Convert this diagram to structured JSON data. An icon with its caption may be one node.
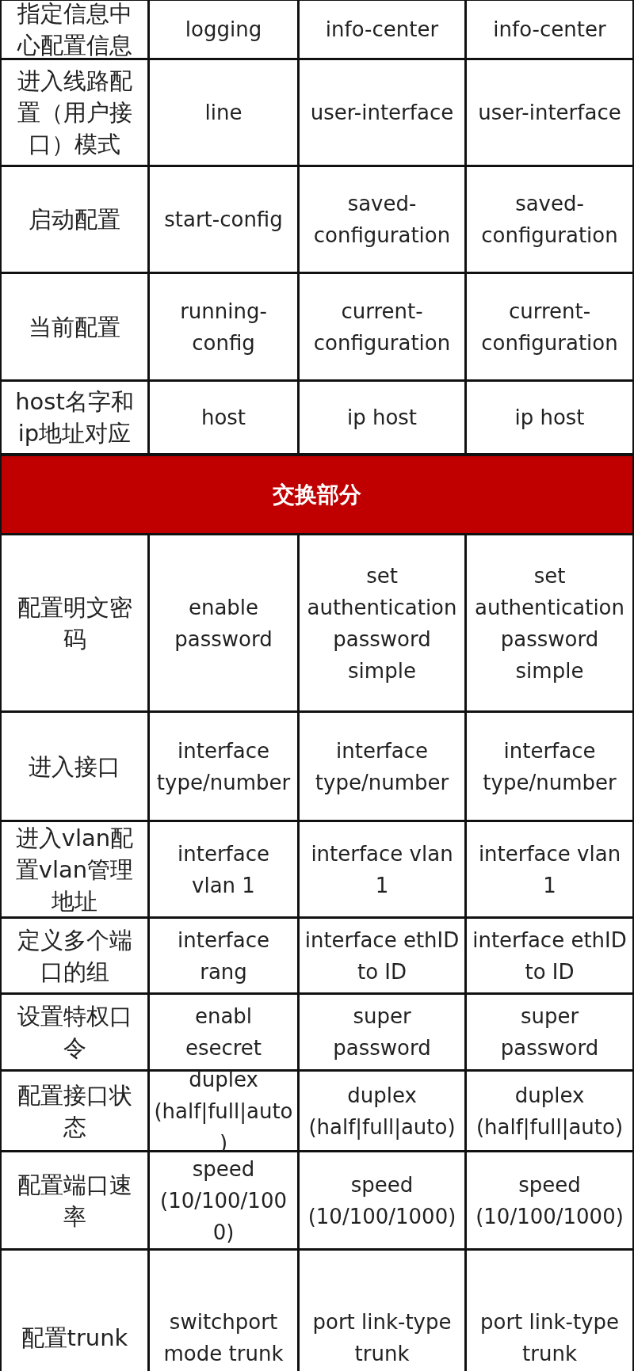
{
  "diagram": {
    "nodes": [
      {
        "text": [
          "交换部分"
        ]
      }
    ],
    "labels": [
      "指定信息中心配置信息",
      "logging",
      "info-center",
      "info-center",
      "进入线路配置（用户接口）模式",
      "line",
      "user-interface",
      "user-interface",
      "启动配置",
      "start-config",
      "saved-configuration",
      "saved-configuration",
      "当前配置",
      "running-config",
      "current-configuration",
      "current-configuration",
      "host名字和ip地址对应",
      "host",
      "ip host",
      "ip host",
      "配置明文密码",
      "enable password",
      "set authentication password simple",
      "set authentication password simple",
      "进入接口",
      "interface type/number",
      "interface type/number",
      "interface type/number",
      "进入vlan配置vlan管理地址",
      "interface vlan 1",
      "interface vlan 1",
      "interface vlan 1",
      "定义多个端口的组",
      "interface rang",
      "interface ethID to ID",
      "interface ethID to ID",
      "设置特权口令",
      "enabl esecret",
      "super password",
      "super password",
      "配置接口状态",
      "duplex (half|full|auto)",
      "duplex (half|full|auto)",
      "duplex (half|full|auto)",
      "配置端口速率",
      "speed (10/100/1000)",
      "speed (10/100/1000)",
      "speed (10/100/1000)",
      "配置trunk",
      "switchport mode trunk",
      "port link-type trunk",
      "port link-type trunk"
    ]
  }
}
